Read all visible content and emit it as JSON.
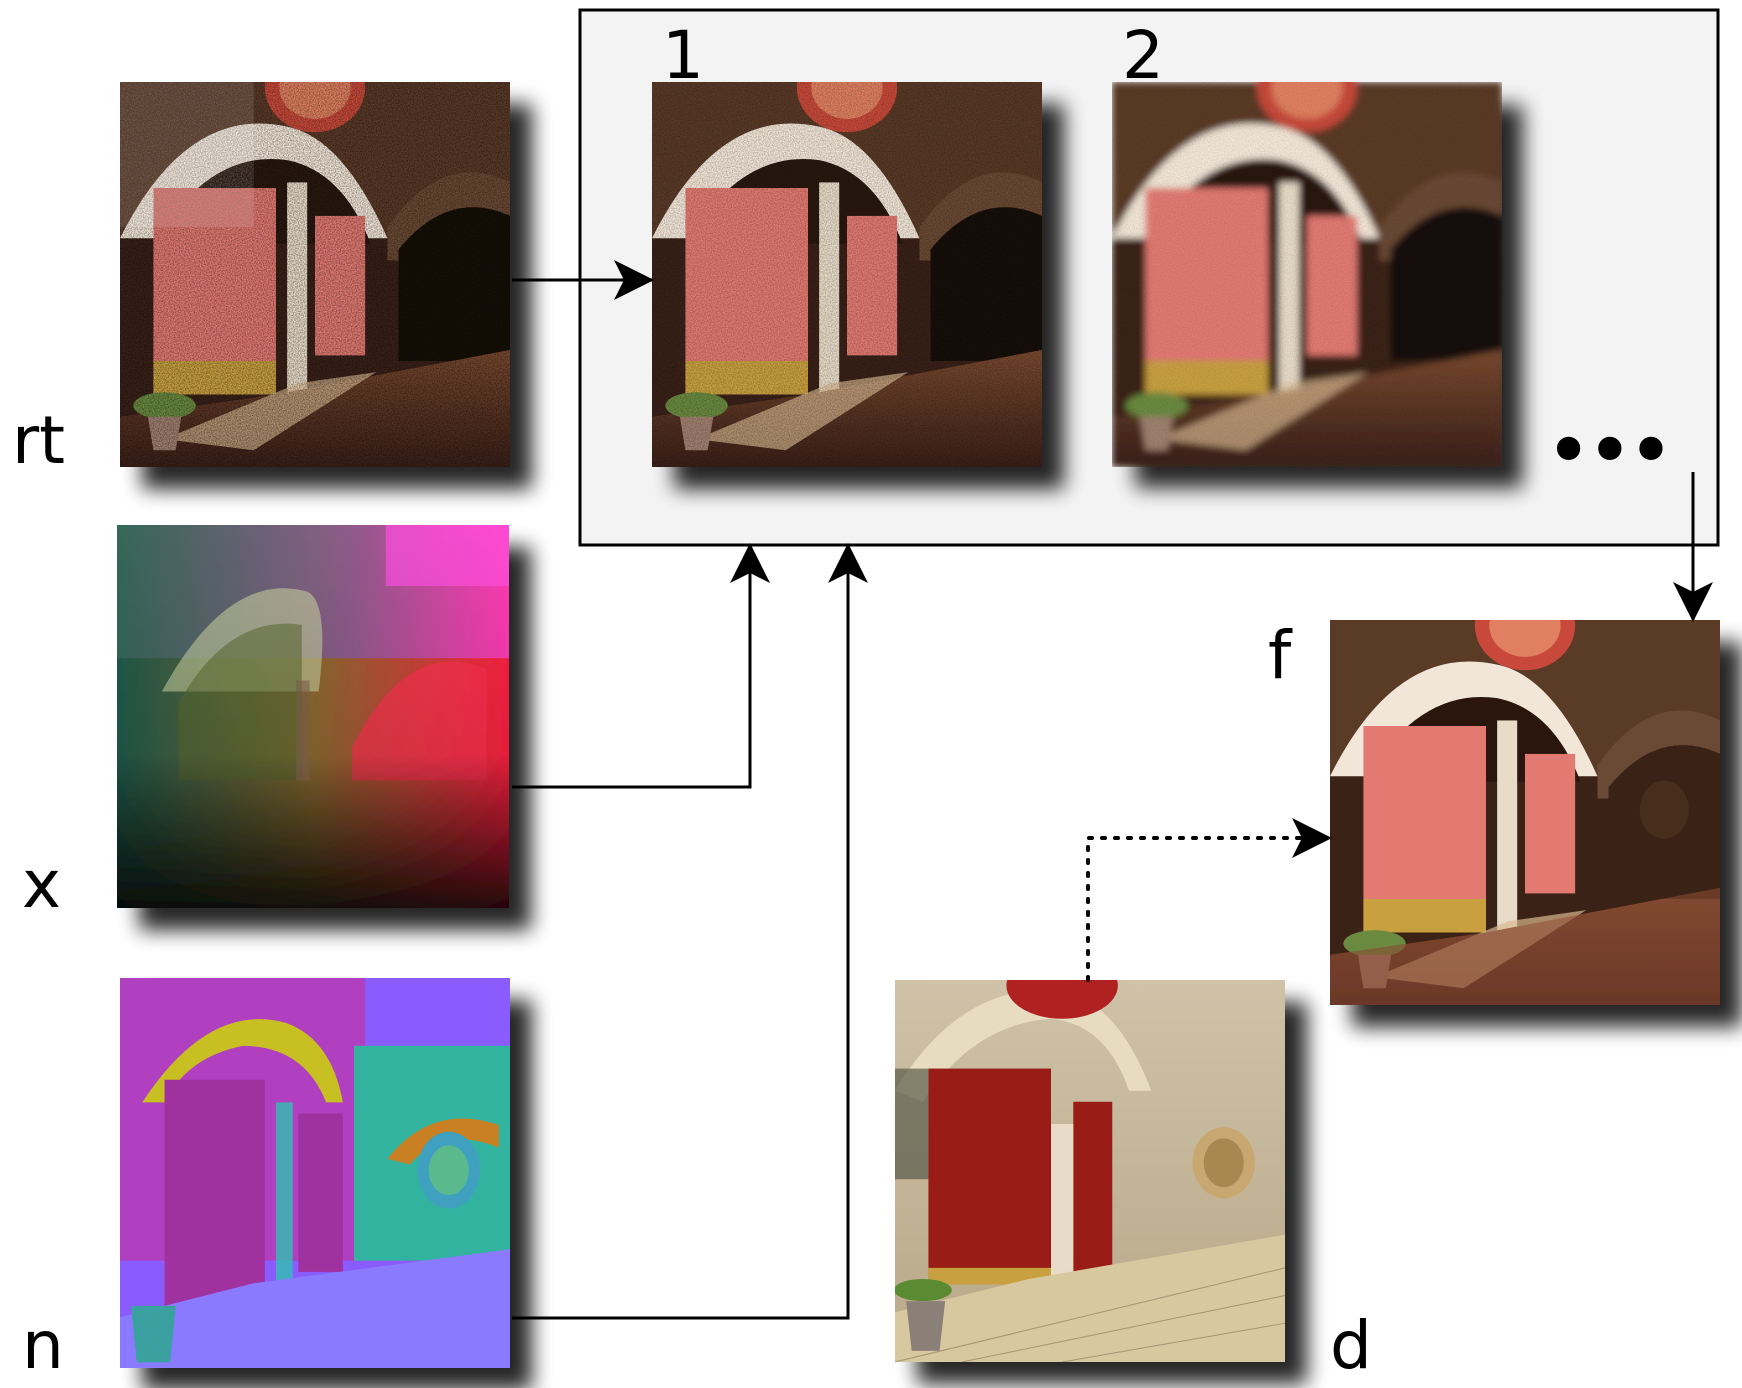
{
  "labels": {
    "rt": "rt",
    "x": "x",
    "n": "n",
    "d": "d",
    "f": "f",
    "iter1": "1",
    "iter2": "2",
    "ellipsis": "•••"
  },
  "images": {
    "rt": "noisy ray-traced render",
    "x": "world-position buffer",
    "n": "normal buffer",
    "d": "diffuse albedo texture",
    "iter1": "filtered iteration 1",
    "iter2": "filtered iteration 2",
    "f": "final filtered image"
  },
  "colors": {
    "panel_bg": "#f3f3f3",
    "stroke": "#000000",
    "curtain": "#d86a6a",
    "stone": "#d8c8a8",
    "position_red": "#ff2a3a",
    "position_magenta": "#e63bd0",
    "normal_purple": "#8a5bff",
    "normal_teal": "#33b3a0"
  }
}
